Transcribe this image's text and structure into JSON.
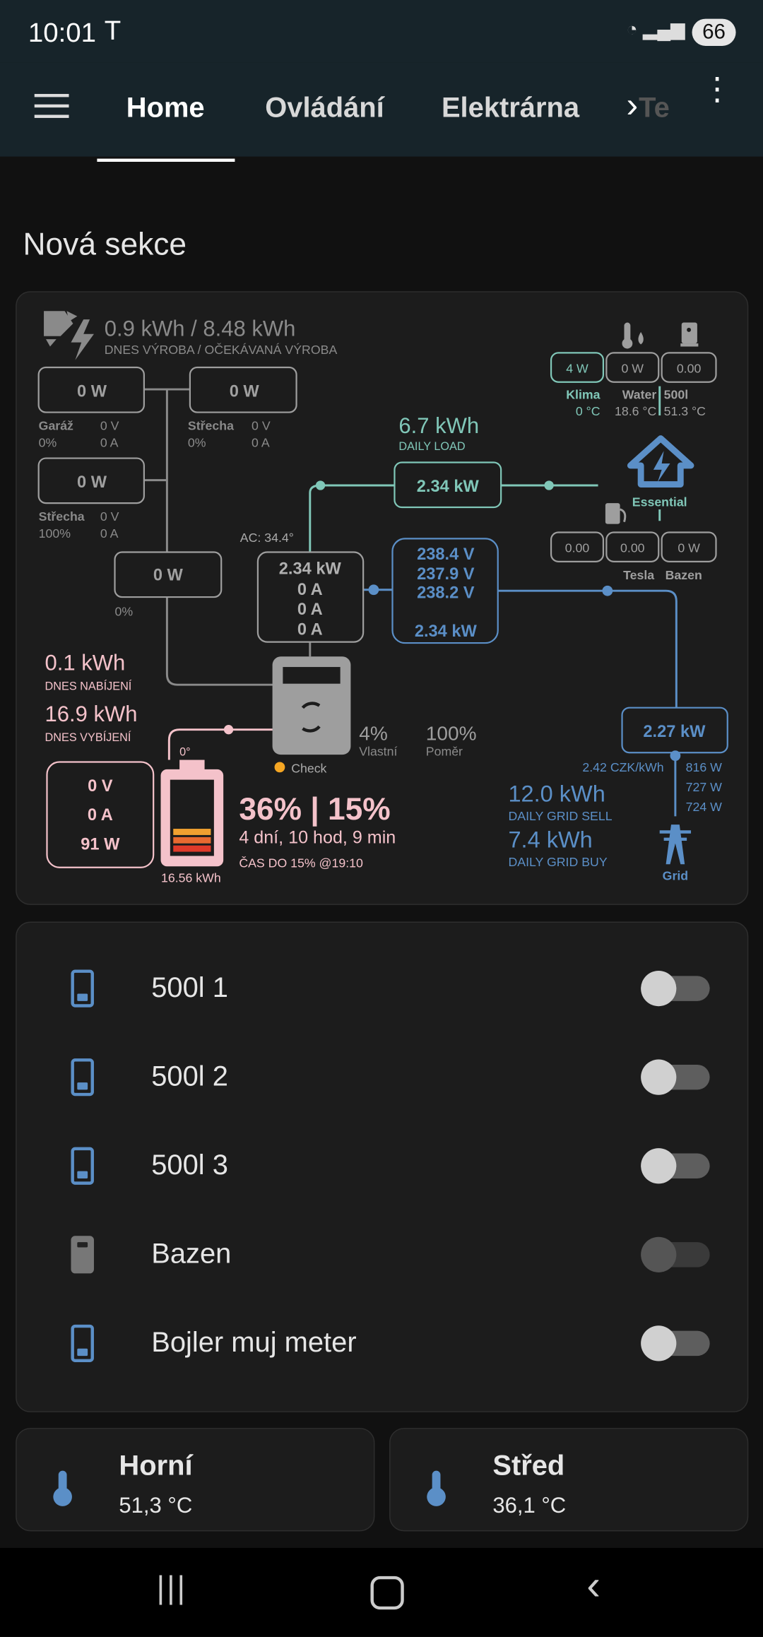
{
  "status_bar": {
    "time": "10:01",
    "battery": "66"
  },
  "header": {
    "tabs": [
      {
        "label": "Home",
        "active": true
      },
      {
        "label": "Ovládání"
      },
      {
        "label": "Elektrárna"
      },
      {
        "label": "Te"
      }
    ]
  },
  "section_title": "Nová sekce",
  "solar": {
    "production": "0.9 kWh / 8.48 kWh",
    "production_label": "DNES VÝROBA / OČEKÁVANÁ VÝROBA",
    "pv": [
      {
        "power": "0 W",
        "name": "Garáž",
        "voltage": "0 V",
        "pct": "0%",
        "current": "0 A"
      },
      {
        "power": "0 W",
        "name": "Střecha",
        "voltage": "0 V",
        "pct": "0%",
        "current": "0 A"
      },
      {
        "power": "0 W",
        "name": "Střecha",
        "voltage": "0 V",
        "pct": "100%",
        "current": "0 A"
      }
    ],
    "total_power": "0 W",
    "total_pct": "0%"
  },
  "inverter": {
    "ac_temp": "AC: 34.4°",
    "power": "2.34 kW",
    "currents": [
      "0 A",
      "0 A",
      "0 A"
    ],
    "status": "Check",
    "self_pct": "4%",
    "self_label": "Vlastní",
    "ratio_pct": "100%",
    "ratio_label": "Poměr",
    "status_color": "#f5a623"
  },
  "load": {
    "daily": "6.7 kWh",
    "daily_label": "DAILY LOAD",
    "power": "2.34 kW",
    "essential_label": "Essential",
    "top": [
      {
        "value": "4 W",
        "name": "Klima",
        "temp": "0 °C"
      },
      {
        "value": "0 W",
        "name": "Water",
        "temp": "18.6 °C"
      },
      {
        "value": "0.00",
        "name": "500l",
        "temp": "51.3 °C"
      }
    ],
    "bottom": [
      {
        "value": "0.00",
        "name": ""
      },
      {
        "value": "0.00",
        "name": "Tesla"
      },
      {
        "value": "0 W",
        "name": "Bazen"
      }
    ]
  },
  "grid_phase": {
    "voltages": [
      "238.4 V",
      "237.9 V",
      "238.2 V"
    ],
    "power": "2.34 kW"
  },
  "grid": {
    "power": "2.27 kW",
    "price": "2.42 CZK/kWh",
    "phases": [
      "816 W",
      "727 W",
      "724 W"
    ],
    "label": "Grid",
    "sell": "12.0 kWh",
    "sell_label": "DAILY GRID SELL",
    "buy": "7.4 kWh",
    "buy_label": "DAILY GRID BUY"
  },
  "battery": {
    "charge": "0.1 kWh",
    "charge_label": "DNES NABÍJENÍ",
    "discharge": "16.9 kWh",
    "discharge_label": "DNES VYBÍJENÍ",
    "temp": "0°",
    "voltage": "0 V",
    "current": "0 A",
    "power": "91 W",
    "capacity": "16.56 kWh",
    "soc": "36% | 15%",
    "soc_value": 36,
    "runtime": "4 dní, 10 hod, 9 min",
    "until": "ČAS DO 15% @19:10"
  },
  "colors": {
    "teal": "#80c7b8",
    "blue": "#5b8fc7",
    "pink": "#f4c2ca",
    "gray": "#9e9e9e"
  },
  "switches": [
    {
      "label": "500l 1",
      "on": false
    },
    {
      "label": "500l 2",
      "on": false
    },
    {
      "label": "500l 3",
      "on": false
    },
    {
      "label": "Bazen",
      "on": false,
      "unavailable": true
    },
    {
      "label": "Bojler muj meter",
      "on": false
    }
  ],
  "tiles": [
    {
      "name": "Horní",
      "value": "51,3 °C"
    },
    {
      "name": "Střed",
      "value": "36,1 °C"
    }
  ]
}
